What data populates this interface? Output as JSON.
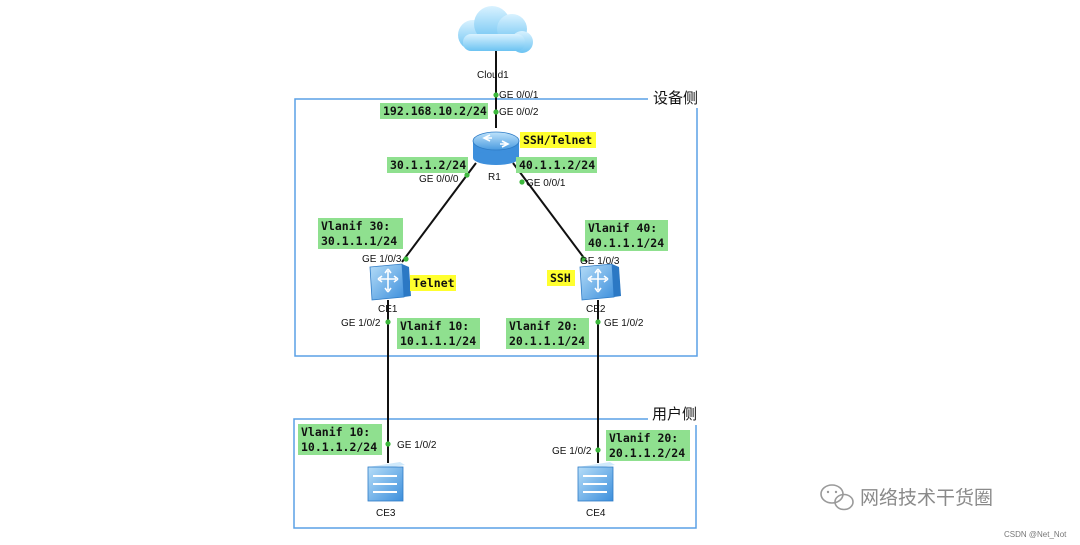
{
  "zones": {
    "device_side": "设备侧",
    "user_side": "用户侧"
  },
  "devices": {
    "cloud": "Cloud1",
    "r1": "R1",
    "ce1": "CE1",
    "ce2": "CE2",
    "ce3": "CE3",
    "ce4": "CE4"
  },
  "ports": {
    "cloud_port": "GE 0/0/1",
    "r1_up": "GE 0/0/2",
    "r1_left": "GE 0/0/0",
    "r1_right": "GE 0/0/1",
    "ce1_up": "GE 1/0/3",
    "ce2_up": "GE 1/0/3",
    "ce1_down": "GE 1/0/2",
    "ce2_down": "GE 1/0/2",
    "ce3_up": "GE 1/0/2",
    "ce4_up": "GE 1/0/2"
  },
  "ip_tags": {
    "r1_up": "192.168.10.2/24",
    "r1_left": "30.1.1.2/24",
    "r1_right": "40.1.1.2/24",
    "ce1_vlanif30_l1": "Vlanif 30:",
    "ce1_vlanif30_l2": "30.1.1.1/24",
    "ce2_vlanif40_l1": "Vlanif 40:",
    "ce2_vlanif40_l2": "40.1.1.1/24",
    "ce1_vlanif10_l1": "Vlanif 10:",
    "ce1_vlanif10_l2": "10.1.1.1/24",
    "ce2_vlanif20_l1": "Vlanif 20:",
    "ce2_vlanif20_l2": "20.1.1.1/24",
    "ce3_vlanif10_l1": "Vlanif 10:",
    "ce3_vlanif10_l2": "10.1.1.2/24",
    "ce4_vlanif20_l1": "Vlanif 20:",
    "ce4_vlanif20_l2": "20.1.1.2/24"
  },
  "protocol_tags": {
    "r1": "SSH/Telnet",
    "ce1": "Telnet",
    "ce2": "SSH"
  },
  "watermark": {
    "brand": "网络技术干货圈",
    "credit": "CSDN @Net_Not"
  },
  "colors": {
    "ip_tag": "#8fe08f",
    "protocol_tag": "#ffff2e",
    "zone_border": "#5aa0e6",
    "link": "#111111",
    "port_dot": "#3cb83c",
    "device_blue": "#4a9be0"
  }
}
